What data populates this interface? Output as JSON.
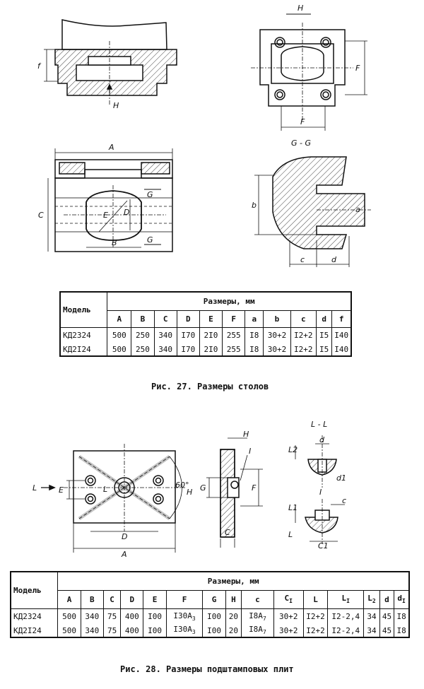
{
  "fig27": {
    "labels": {
      "H_top": "H",
      "f_left": "f",
      "H_arrow": "H",
      "F_right": "F",
      "F_bottom": "F",
      "GG": "G - G",
      "A": "A",
      "C": "C",
      "B": "B",
      "E": "E",
      "D": "D",
      "G1": "G",
      "G2": "G",
      "b": "b",
      "a": "a",
      "c": "c",
      "d": "d"
    },
    "table": {
      "model_header": "Модель",
      "size_header": "Размеры, мм",
      "columns": [
        "A",
        "B",
        "C",
        "D",
        "E",
        "F",
        "a",
        "b",
        "c",
        "d",
        "f"
      ],
      "rows": [
        {
          "model": "КД2324",
          "values": [
            "500",
            "250",
            "340",
            "I70",
            "2I0",
            "255",
            "I8",
            "30+2",
            "I2+2",
            "I5",
            "I40"
          ]
        },
        {
          "model": "КД2I24",
          "values": [
            "500",
            "250",
            "340",
            "I70",
            "2I0",
            "255",
            "I8",
            "30+2",
            "I2+2",
            "I5",
            "I40"
          ]
        }
      ]
    },
    "caption": "Рис. 27. Размеры столов"
  },
  "fig28": {
    "labels": {
      "L": "L",
      "E": "E",
      "L1": "L",
      "D": "D",
      "A": "A",
      "H": "H",
      "angle": "60°",
      "G": "G",
      "F": "F",
      "C": "C",
      "H2": "H",
      "I": "I",
      "LL": "L - L",
      "L2": "L2",
      "d": "d",
      "I2": "I",
      "d1": "d1",
      "L1b": "L1",
      "cc": "c",
      "Lb": "L",
      "C1": "C1"
    },
    "table": {
      "model_header": "Модель",
      "size_header": "Размеры, мм",
      "columns": [
        "A",
        "B",
        "C",
        "D",
        "E",
        "F",
        "G",
        "H",
        "c",
        "C",
        "L",
        "L",
        "L",
        "d",
        "d"
      ],
      "column_subs": [
        "",
        "",
        "",
        "",
        "",
        "",
        "",
        "",
        "",
        "I",
        "",
        "I",
        "2",
        "",
        "I"
      ],
      "rows": [
        {
          "model": "КД2324",
          "values": [
            "500",
            "340",
            "75",
            "400",
            "I00",
            "I30А",
            "I00",
            "20",
            "I8А",
            "30+2",
            "I2+2",
            "I2-2,4",
            "34",
            "45",
            "I8"
          ],
          "subs": [
            "",
            "",
            "",
            "",
            "",
            "3",
            "",
            "",
            "7",
            "",
            "",
            "",
            "",
            "",
            ""
          ]
        },
        {
          "model": "КД2I24",
          "values": [
            "500",
            "340",
            "75",
            "400",
            "I00",
            "I30А",
            "I00",
            "20",
            "I8А",
            "30+2",
            "I2+2",
            "I2-2,4",
            "34",
            "45",
            "I8"
          ],
          "subs": [
            "",
            "",
            "",
            "",
            "",
            "3",
            "",
            "",
            "7",
            "",
            "",
            "",
            "",
            "",
            ""
          ]
        }
      ]
    },
    "caption": "Рис. 28. Размеры подштамповых плит"
  }
}
